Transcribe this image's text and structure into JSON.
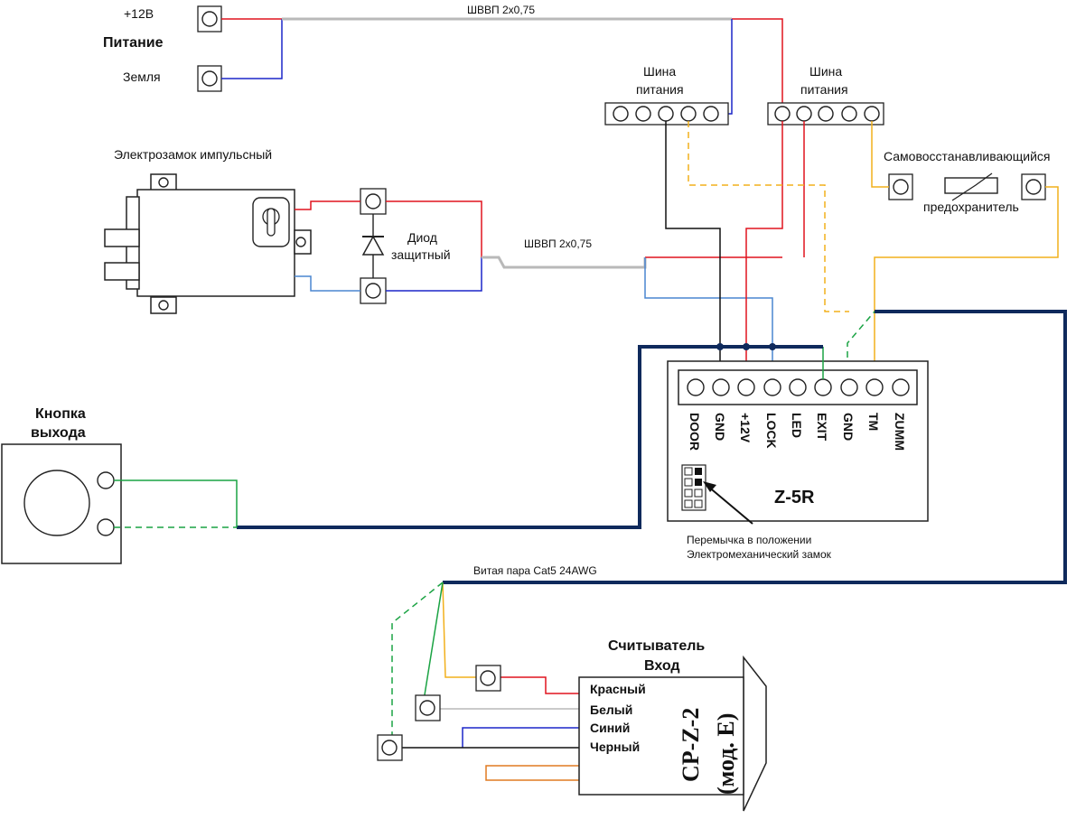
{
  "power": {
    "plus12_label": "+12В",
    "title": "Питание",
    "ground_label": "Земля"
  },
  "cables": {
    "power_cable": "ШВВП 2х0,75",
    "lock_cable": "ШВВП 2х0,75",
    "reader_cable": "Витая пара Cat5 24AWG"
  },
  "bus_left": {
    "line1": "Шина",
    "line2": "питания"
  },
  "bus_right": {
    "line1": "Шина",
    "line2": "питания"
  },
  "lock": {
    "title": "Электрозамок импульсный"
  },
  "diode": {
    "line1": "Диод",
    "line2": "защитный"
  },
  "fuse": {
    "line1": "Самовосстанавливающийся",
    "line2": "предохранитель"
  },
  "exit_button": {
    "line1": "Кнопка",
    "line2": "выхода"
  },
  "controller": {
    "model": "Z-5R",
    "pins": [
      "DOOR",
      "GND",
      "+12V",
      "LOCK",
      "LED",
      "EXIT",
      "GND",
      "TM",
      "ZUMM"
    ],
    "jumper_note_line1": "Перемычка в положении",
    "jumper_note_line2": "Электромеханический замок"
  },
  "reader": {
    "title_line1": "Считыватель",
    "title_line2": "Вход",
    "model_line1": "CP-Z-2",
    "model_line2": "(мод. Е)",
    "wires": [
      "Красный",
      "Белый",
      "Синий",
      "Черный"
    ]
  },
  "colors": {
    "red": "#e0141e",
    "blue": "#1c27c8",
    "black": "#111111",
    "green": "#1aa343",
    "yellow": "#f2b01c",
    "gray": "#b9b9b9",
    "orange": "#e07a20",
    "twisted_pair": "#0f2a5c"
  }
}
